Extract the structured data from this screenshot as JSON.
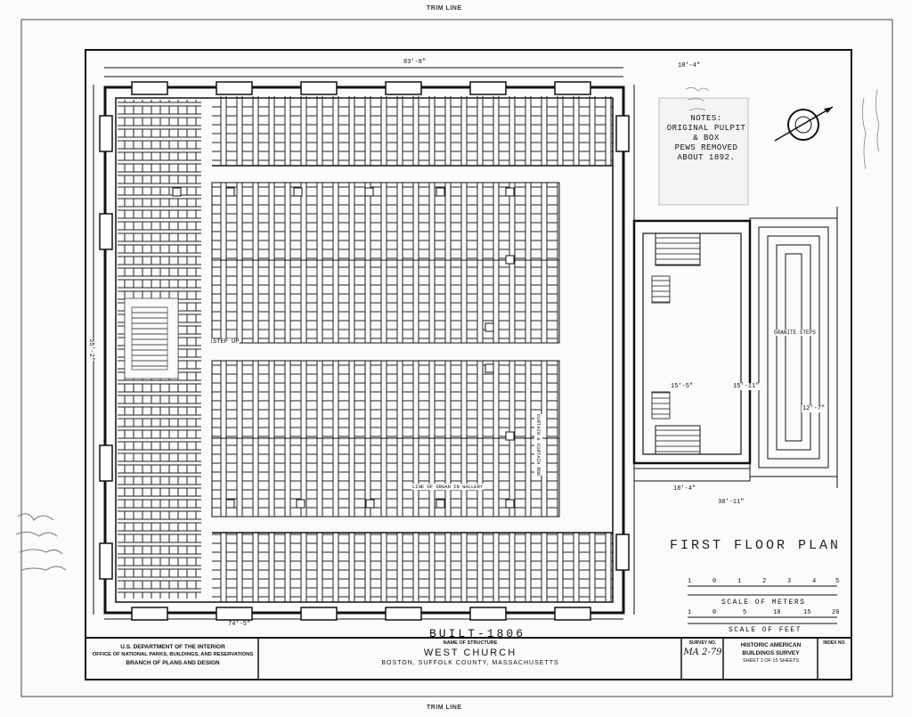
{
  "trim_line": "TRIM LINE",
  "notes": [
    "NOTES:",
    "ORIGINAL PULPIT & BOX",
    "PEWS REMOVED ABOUT 1892."
  ],
  "plan_title": "FIRST FLOOR PLAN",
  "built": "BUILT-1806",
  "scale_meters": {
    "label": "SCALE OF METERS",
    "ticks": [
      "1",
      "0",
      "1",
      "2",
      "3",
      "4",
      "5"
    ]
  },
  "scale_feet": {
    "label": "SCALE OF FEET",
    "ticks": [
      "1",
      "0",
      "5",
      "10",
      "15",
      "20"
    ]
  },
  "dims": {
    "top_total": "83'-8\"",
    "side_right": "18'-4\"",
    "step_up1": "STEP UP",
    "granite": "GRANITE STEPS",
    "vestibule": "18'-4\"",
    "width2": "30'-11\"",
    "h1": "12'-7\"",
    "bottom_total": "74'-5\"",
    "w1": "15'-5\"",
    "w2": "15'-11\"",
    "curtain": "CURTAIN & CURTAIN ROD",
    "organ": "LINE OF ORGAN IN GALLERY",
    "vert": "55'-2\""
  },
  "title_block": {
    "agency": [
      "U.S. DEPARTMENT OF THE INTERIOR",
      "OFFICE OF NATIONAL PARKS, BUILDINGS, AND RESERVATIONS",
      "BRANCH OF PLANS AND DESIGN"
    ],
    "name_label": "NAME OF STRUCTURE",
    "name": "WEST CHURCH",
    "location": "BOSTON, SUFFOLK COUNTY, MASSACHUSETTS",
    "survey_label": "SURVEY NO.",
    "survey_no": "MA 2-79",
    "habs": [
      "HISTORIC AMERICAN",
      "BUILDINGS SURVEY"
    ],
    "sheet": "SHEET 1 OF 15 SHEETS",
    "index_label": "INDEX NO."
  },
  "colors": {
    "ink": "#111111",
    "paper": "#fbfbfa",
    "pencil": "#666666"
  },
  "icons": [
    "north-arrow-icon"
  ]
}
